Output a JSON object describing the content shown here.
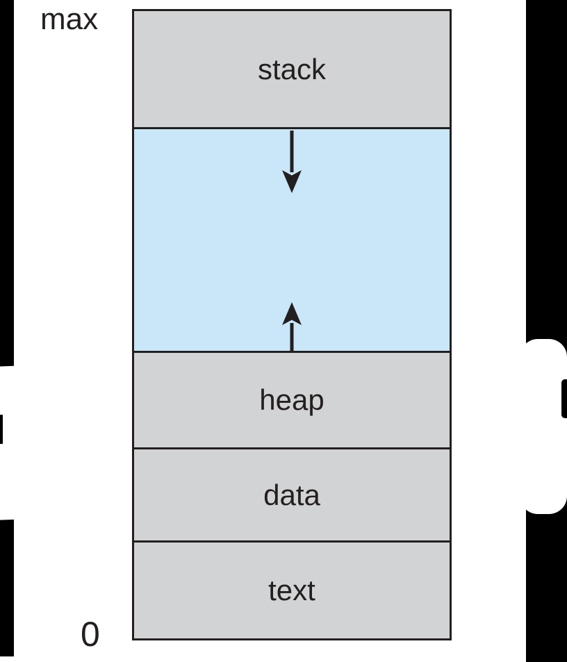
{
  "figure": {
    "description": "Memory layout of a process",
    "max_label": "max",
    "zero_label": "0",
    "segments": [
      {
        "id": "stack",
        "label": "stack",
        "fill": "#d2d3d4",
        "grows": "down"
      },
      {
        "id": "free-space",
        "label": "",
        "fill": "#c9e7f8"
      },
      {
        "id": "heap",
        "label": "heap",
        "fill": "#d2d3d4",
        "grows": "up"
      },
      {
        "id": "data",
        "label": "data",
        "fill": "#d2d3d4"
      },
      {
        "id": "text",
        "label": "text",
        "fill": "#d2d3d4"
      }
    ],
    "icons": {
      "stack_growth": "down-arrow-icon",
      "heap_growth": "up-arrow-icon"
    },
    "colors": {
      "segment_gray": "#d2d3d4",
      "free_space_blue": "#c9e7f8",
      "line": "#231f20",
      "background": "#ffffff",
      "matte": "#000000"
    }
  }
}
